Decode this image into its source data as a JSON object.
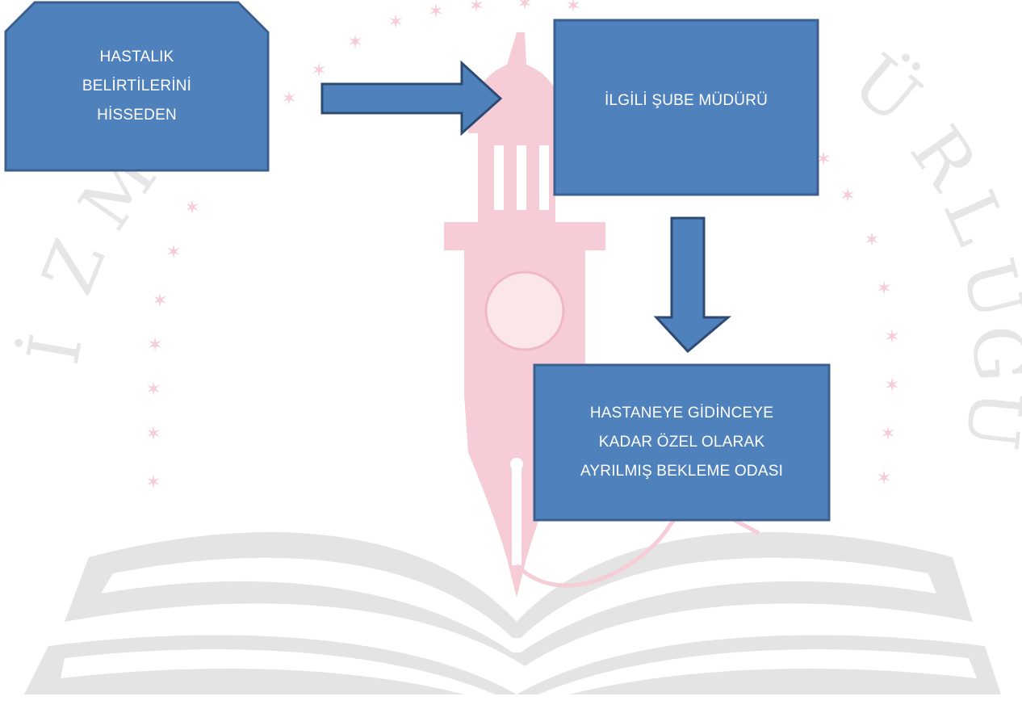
{
  "diagram": {
    "node_start": {
      "lines": [
        "HASTALIK",
        "BELİRTİLERİNİ",
        "HİSSEDEN"
      ]
    },
    "node_manager": {
      "lines": [
        "İLGİLİ ŞUBE MÜDÜRÜ"
      ]
    },
    "node_room": {
      "lines": [
        "HASTANEYE GİDİNCEYE",
        "KADAR ÖZEL OLARAK",
        "AYRILMIŞ BEKLEME ODASI"
      ]
    }
  },
  "watermark": {
    "text_left": "İZMİR",
    "text_right": "DÜRLÜĞÜ",
    "colors": {
      "pink": "#f6cdd6",
      "gray": "#e2e2e2"
    },
    "icon": "clock-tower-pen-book-logo"
  },
  "colors": {
    "box_fill": "#4f81bd",
    "box_border": "#3b5f8e",
    "arrow_fill": "#4f81bd",
    "arrow_border": "#2e4a72",
    "text": "#ffffff"
  }
}
